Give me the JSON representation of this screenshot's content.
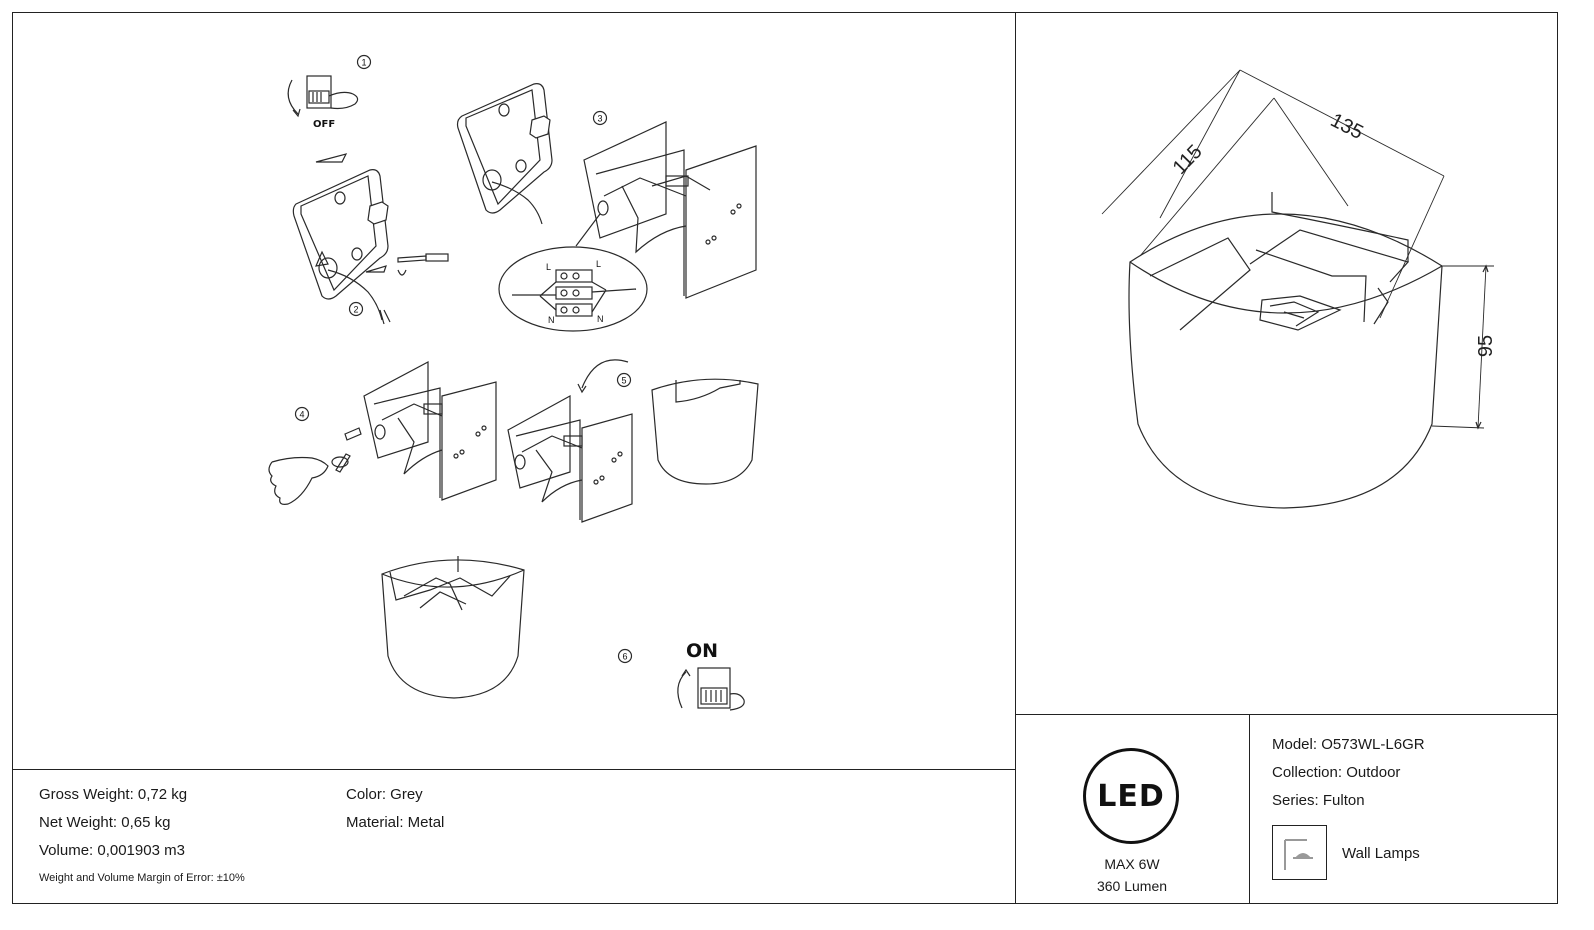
{
  "steps": [
    "1",
    "2",
    "3",
    "4",
    "5",
    "6"
  ],
  "switch_labels": {
    "off": "OFF",
    "on": "ON"
  },
  "wiring_labels": {
    "l": "L",
    "n": "N"
  },
  "dimensions": {
    "width": "135",
    "depth": "115",
    "height": "95"
  },
  "specs": {
    "gross_weight": "Gross Weight: 0,72 kg",
    "net_weight": "Net Weight: 0,65 kg",
    "volume": "Volume: 0,001903 m3",
    "margin_note": "Weight and Volume Margin of Error: ±10%",
    "color": "Color: Grey",
    "material": "Material: Metal"
  },
  "led": {
    "logo": "LED",
    "max_power": "MAX 6W",
    "lumen": "360 Lumen"
  },
  "product": {
    "model": "Model: O573WL-L6GR",
    "collection": "Collection: Outdoor",
    "series": "Series: Fulton",
    "category": "Wall Lamps",
    "category_icon": "wall-lamp-icon"
  }
}
